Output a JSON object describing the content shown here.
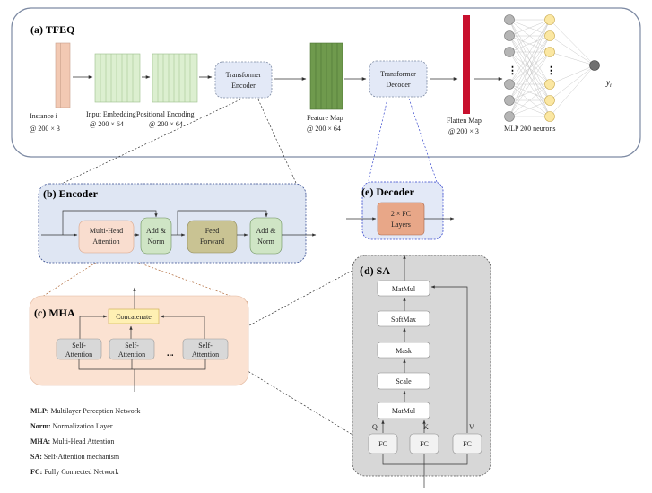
{
  "panels": {
    "tfeq": {
      "title": "(a) TFEQ",
      "instance_label": "Instance i",
      "instance_dims": "@ 200 × 3",
      "input_embedding_label": "Input Embedding",
      "input_embedding_dims": "@ 200 × 64",
      "positional_encoding_label": "Positional Encoding",
      "positional_encoding_dims": "@ 200 × 64",
      "transformer_encoder": [
        "Transformer",
        "Encoder"
      ],
      "transformer_decoder": [
        "Transformer",
        "Decoder"
      ],
      "feature_map_label": "Feature Map",
      "feature_map_dims": "@ 200 ×  64",
      "flatten_map_label": "Flatten Map",
      "flatten_map_dims": "@ 200 × 3",
      "mlp_label": "MLP 200 neurons",
      "output_label": "y_i",
      "ellipsis": "⋮"
    },
    "encoder": {
      "title": "(b) Encoder",
      "mha": [
        "Multi-Head",
        "Attention"
      ],
      "add_norm": [
        "Add &",
        "Norm"
      ],
      "feed_forward": [
        "Feed",
        "Forward"
      ]
    },
    "decoder": {
      "title": "(e) Decoder",
      "fc_layers": [
        "2 × FC",
        "Layers"
      ]
    },
    "mha": {
      "title": "(c) MHA",
      "concatenate": "Concatenate",
      "self_attention": [
        "Self-",
        "Attention"
      ],
      "ellipsis": "..."
    },
    "sa": {
      "title_paren": "(",
      "title": "d) SA",
      "matmul": "MatMul",
      "softmax": "SoftMax",
      "mask": "Mask",
      "scale": "Scale",
      "fc": "FC",
      "q": "Q",
      "k": "K",
      "v": "V"
    }
  },
  "legend": [
    {
      "abbr": "MLP:",
      "text": "Multilayer Perception Network"
    },
    {
      "abbr": "Norm:",
      "text": "Normalization Layer"
    },
    {
      "abbr": "MHA:",
      "text": "Multi-Head Attention"
    },
    {
      "abbr": "SA:",
      "text": "Self-Attention mechanism"
    },
    {
      "abbr": "FC:",
      "text": "Fully Connected Network"
    }
  ],
  "colors": {
    "instance": "#f2c9b3",
    "embedding": "#dcefd0",
    "feature_map": "#6f9a4d",
    "flatten": "#c8102e",
    "transformer_box": "#e3e9f7",
    "encoder_panel": "#dfe6f3",
    "mha_box": "#f9ddcf",
    "add_norm": "#cfe5c5",
    "feed_forward": "#c9c393",
    "fc_layers": "#e8a788",
    "mha_panel": "#fbe2d2",
    "concatenate": "#fff0b3",
    "self_attention": "#d8d8d8",
    "sa_panel": "#d7d7d7",
    "neuron_gray": "#b5b5b5",
    "neuron_yellow": "#fbe7a2",
    "output_node": "#707070"
  }
}
